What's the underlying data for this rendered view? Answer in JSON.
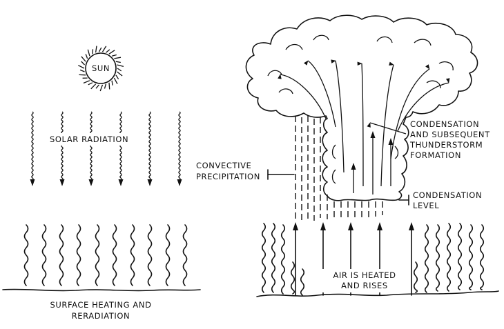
{
  "labels": {
    "sun": "SUN",
    "solar_radiation": "SOLAR RADIATION",
    "surface_heating_1": "SURFACE HEATING AND",
    "surface_heating_2": "RERADIATION",
    "convective_1": "CONVECTIVE",
    "convective_2": "PRECIPITATION",
    "condensation_1": "CONDENSATION",
    "condensation_2": "AND SUBSEQUENT",
    "condensation_3": "THUNDERSTORM",
    "condensation_4": "FORMATION",
    "condensation_level_1": "CONDENSATION",
    "condensation_level_2": "LEVEL",
    "air_heated_1": "AIR IS HEATED",
    "air_heated_2": "AND RISES"
  }
}
